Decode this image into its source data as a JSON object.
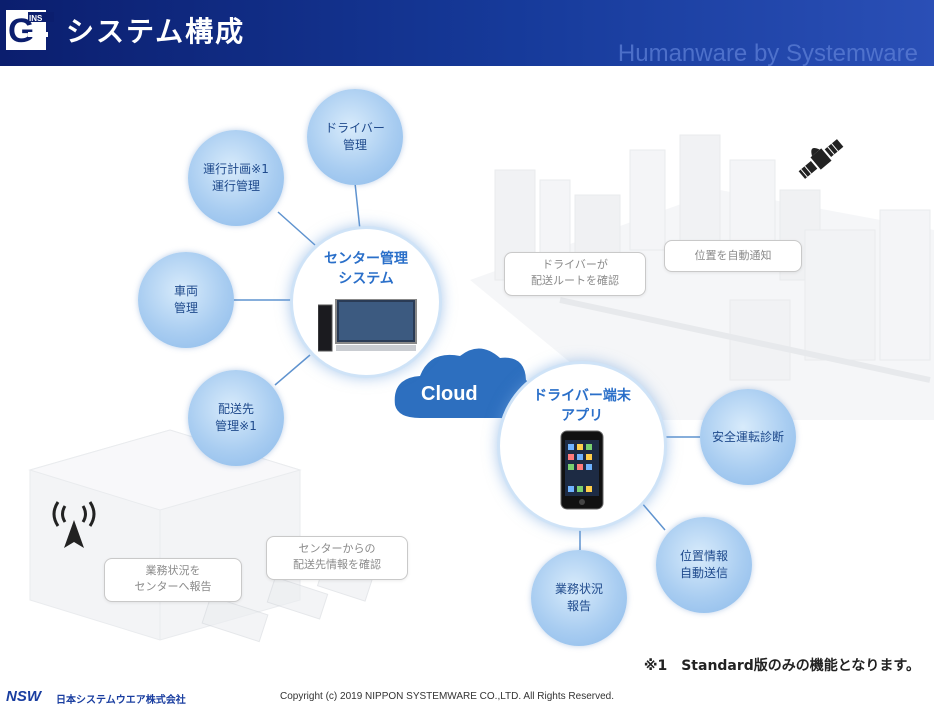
{
  "header": {
    "title": "システム構成",
    "tagline": "Humanware by Systemware"
  },
  "center_hub": {
    "title": "センター管理\nシステム"
  },
  "driver_hub": {
    "title": "ドライバー端末\nアプリ"
  },
  "cloud": {
    "label": "Cloud"
  },
  "center_nodes": [
    "ドライバー\n管理",
    "運行計画※1\n運行管理",
    "車両\n管理",
    "配送先\n管理※1"
  ],
  "driver_nodes": [
    "安全運転診断",
    "位置情報\n自動送信",
    "業務状況\n報告"
  ],
  "callouts": {
    "route": "ドライバーが\n配送ルートを確認",
    "position": "位置を自動通知",
    "report": "業務状況を\nセンターへ報告",
    "destination": "センターからの\n配送先情報を確認"
  },
  "note": "※1　Standard版のみの機能となります。",
  "footer": {
    "logo": "NSW",
    "company": "日本システムウエア株式会社",
    "copyright": "Copyright (c) 2019 NIPPON SYSTEMWARE CO.,LTD. All Rights Reserved."
  },
  "icons": [
    "satellite-icon",
    "antenna-icon",
    "monitor-icon",
    "smartphone-icon",
    "cloud-icon"
  ],
  "colors": {
    "header": "#163a9a",
    "bubble": "#a9cdf1",
    "accent": "#2a6fc9",
    "cloud": "#2d6fbf"
  }
}
